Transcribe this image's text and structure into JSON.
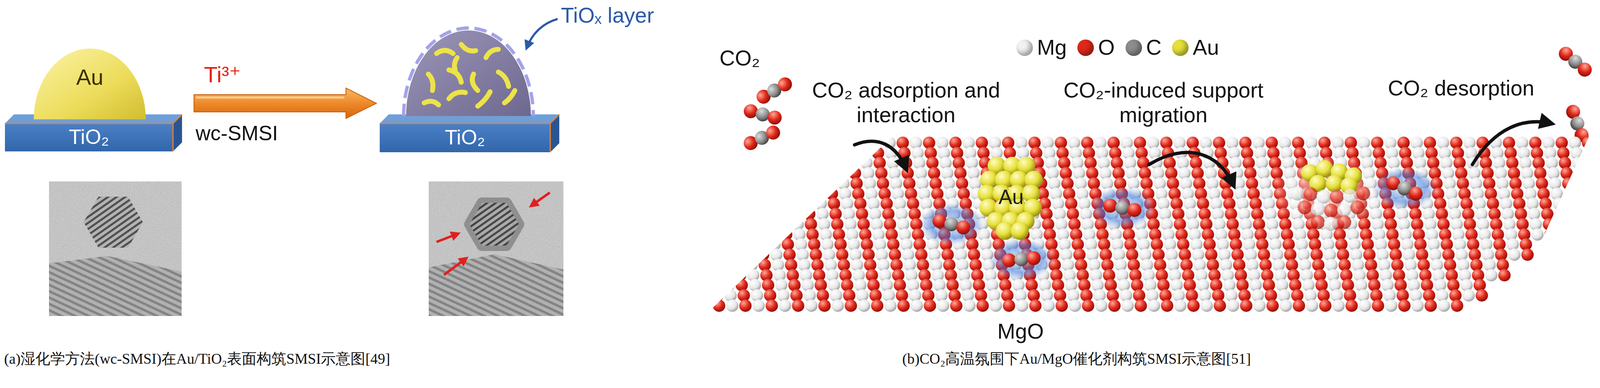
{
  "diagram": {
    "nodes": [
      {
        "text": [
          "Au"
        ]
      },
      {
        "text": [
          "TiO₂"
        ]
      },
      {
        "text": [
          "TiO₂"
        ]
      },
      {
        "text": [
          "Au"
        ]
      }
    ],
    "labels": [
      "Ti³⁺",
      "wc-SMSI",
      "TiOₓ layer",
      "(a)湿化学方法(wc-SMSI)在Au/TiO₂表面构筑SMSI示意图[49]",
      "CO₂",
      "CO₂ adsorption and interaction",
      "CO₂-induced support migration",
      "CO₂ desorption",
      "MgO",
      "(b)CO₂高温氛围下Au/MgO催化剂构筑SMSI示意图[51]"
    ],
    "legend": [
      {
        "text": "Mg",
        "color": "#f2f2f2"
      },
      {
        "text": "O",
        "color": "#e0281a"
      },
      {
        "text": "C",
        "color": "#8c8c8c"
      },
      {
        "text": "Au",
        "color": "#e6e03a"
      }
    ]
  }
}
